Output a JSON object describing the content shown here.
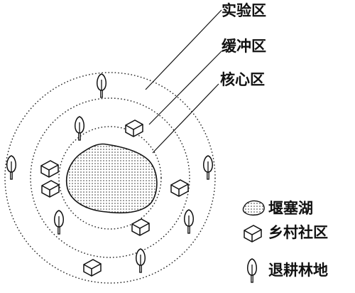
{
  "zones": {
    "experimental": "实验区",
    "buffer": "缓冲区",
    "core": "核心区"
  },
  "legend": {
    "lake": "堰塞湖",
    "village": "乡村社区",
    "forest": "退耕林地"
  }
}
